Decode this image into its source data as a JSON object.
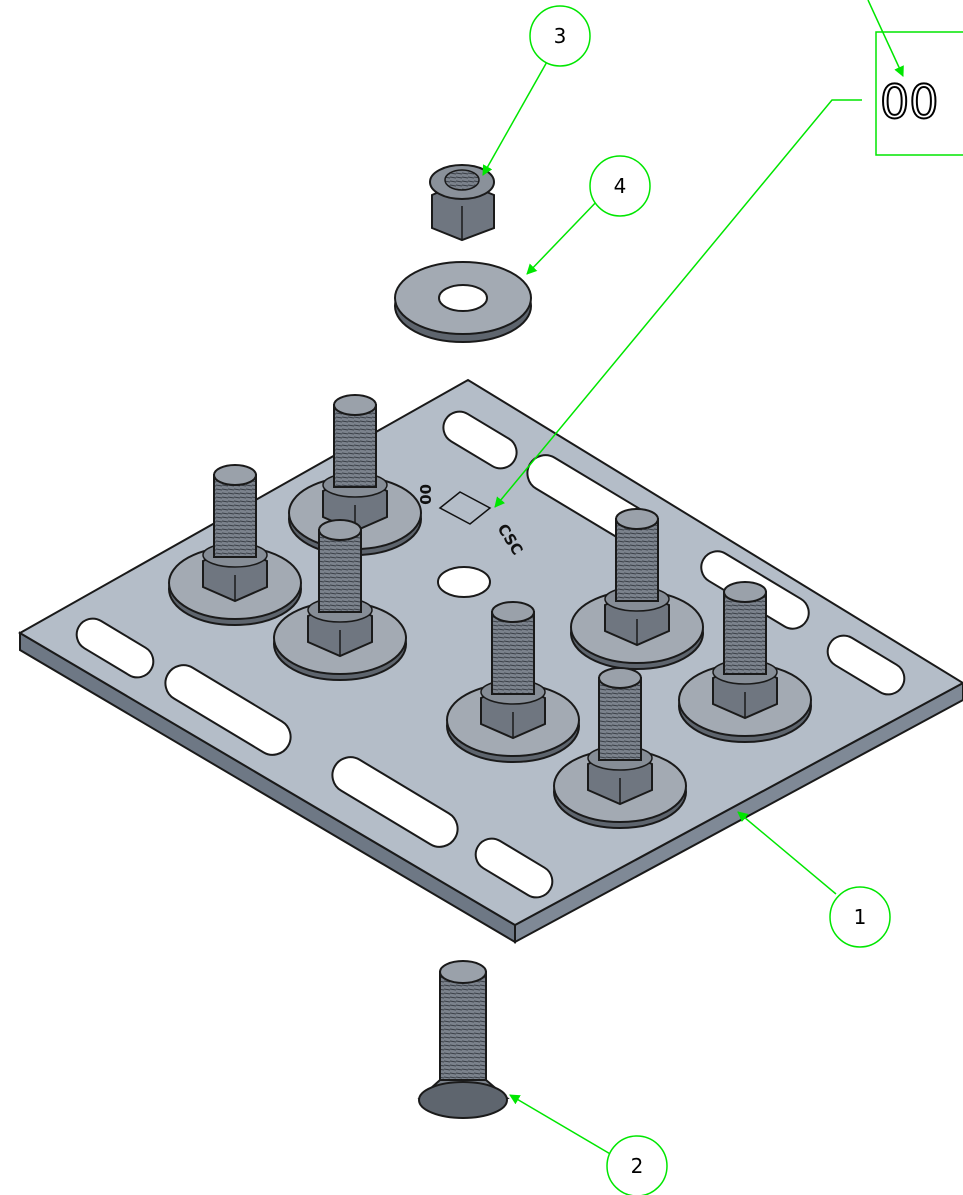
{
  "diagram": {
    "balloons": [
      {
        "id": "balloon-1",
        "label": "1"
      },
      {
        "id": "balloon-2",
        "label": "2"
      },
      {
        "id": "balloon-3",
        "label": "3"
      },
      {
        "id": "balloon-4",
        "label": "4"
      }
    ],
    "revision_box": {
      "text": "00"
    },
    "plate_marking": {
      "left": "00",
      "right": "CSC"
    },
    "colors": {
      "leader": "#00e600",
      "plate": "#b4bdc8",
      "plate_edge": "#6e7885",
      "hardware": "#6f7680",
      "hardware_dark": "#3f444c",
      "outline": "#1a1a1a"
    }
  }
}
